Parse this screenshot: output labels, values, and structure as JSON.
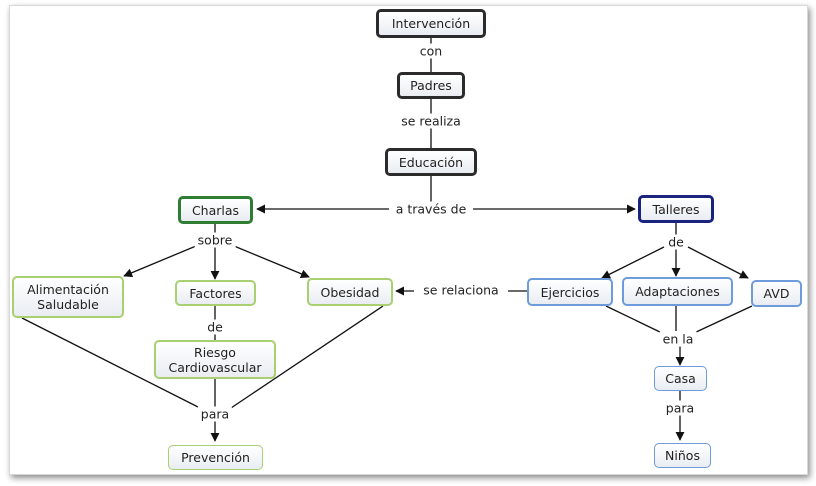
{
  "concepts": {
    "intervencion": "Intervención",
    "padres": "Padres",
    "educacion": "Educación",
    "charlas": "Charlas",
    "talleres": "Talleres",
    "alimentacion_1": "Alimentación",
    "alimentacion_2": "Saludable",
    "factores": "Factores",
    "obesidad": "Obesidad",
    "riesgo_1": "Riesgo",
    "riesgo_2": "Cardiovascular",
    "prevencion": "Prevención",
    "ejercicios": "Ejercicios",
    "adaptaciones": "Adaptaciones",
    "avd": "AVD",
    "casa": "Casa",
    "ninos": "Niños"
  },
  "links": {
    "con": "con",
    "se_realiza": "se realiza",
    "a_traves_de": "a través de",
    "sobre": "sobre",
    "de_1": "de",
    "de_2": "de",
    "se_relaciona": "se relaciona",
    "para_1": "para",
    "en_la": "en la",
    "para_2": "para"
  }
}
